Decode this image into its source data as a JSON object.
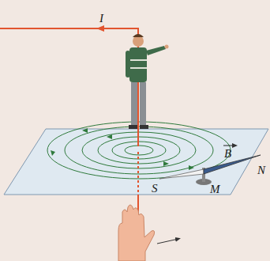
{
  "diagram": {
    "labels": [
      "I",
      "B",
      "N",
      "S",
      "M"
    ]
  }
}
